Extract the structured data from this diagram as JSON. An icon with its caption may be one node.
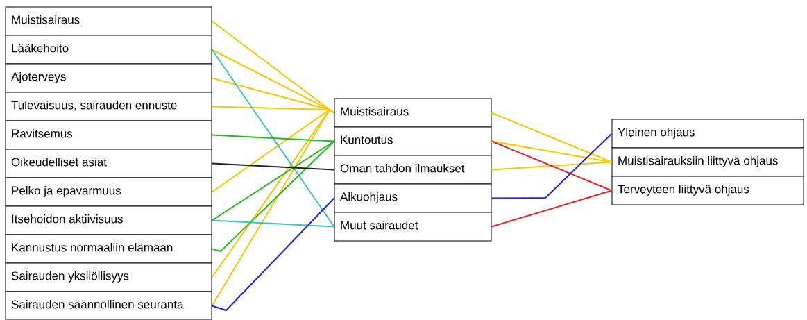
{
  "diagram": {
    "nodes": [
      {
        "text": [
          "Muistisairaus"
        ]
      },
      {
        "text": [
          "Lääkehoito"
        ]
      },
      {
        "text": [
          "Ajoterveys"
        ]
      },
      {
        "text": [
          "Tulevaisuus, sairauden ennuste"
        ]
      },
      {
        "text": [
          "Ravitsemus"
        ]
      },
      {
        "text": [
          "Oikeudelliset asiat"
        ]
      },
      {
        "text": [
          "Pelko ja epävarmuus"
        ]
      },
      {
        "text": [
          "Itsehoidon aktiivisuus"
        ]
      },
      {
        "text": [
          "Kannustus normaaliin elämään"
        ]
      },
      {
        "text": [
          "Sairauden yksilöllisyys"
        ]
      },
      {
        "text": [
          "Sairauden säännöllinen seuranta"
        ]
      },
      {
        "text": [
          "Muistisairaus"
        ]
      },
      {
        "text": [
          "Kuntoutus"
        ]
      },
      {
        "text": [
          "Oman tahdon ilmaukset"
        ]
      },
      {
        "text": [
          "Alkuohjaus"
        ]
      },
      {
        "text": [
          "Muut sairaudet"
        ]
      },
      {
        "text": [
          "Yleinen ohjaus"
        ]
      },
      {
        "text": [
          "Muistisairauksiin liittyvä ohjaus"
        ]
      },
      {
        "text": [
          "Terveyteen liittyvä ohjaus"
        ]
      }
    ],
    "edges": [
      {
        "from": 0,
        "to": 11,
        "arrow": "none"
      },
      {
        "from": 1,
        "to": 11,
        "arrow": "none"
      },
      {
        "from": 2,
        "to": 11,
        "arrow": "none"
      },
      {
        "from": 3,
        "to": 11,
        "arrow": "none"
      },
      {
        "from": 6,
        "to": 11,
        "arrow": "none"
      },
      {
        "from": 9,
        "to": 11,
        "arrow": "none"
      },
      {
        "from": 10,
        "to": 11,
        "arrow": "none"
      },
      {
        "from": 1,
        "to": 15,
        "arrow": "none",
        "color": "#3cc3c3"
      },
      {
        "from": 7,
        "to": 15,
        "arrow": "none",
        "color": "#3cc3c3"
      },
      {
        "from": 4,
        "to": 12,
        "arrow": "none",
        "color": "#22bb22"
      },
      {
        "from": 7,
        "to": 12,
        "arrow": "none",
        "color": "#22bb22"
      },
      {
        "from": 8,
        "to": 12,
        "arrow": "none",
        "color": "#22bb22"
      },
      {
        "from": 5,
        "to": 13,
        "arrow": "none",
        "color": "#222222"
      },
      {
        "from": 10,
        "to": 14,
        "arrow": "none",
        "color": "#2222ee"
      },
      {
        "from": 11,
        "to": 17,
        "arrow": "none"
      },
      {
        "from": 12,
        "to": 17,
        "arrow": "none"
      },
      {
        "from": 13,
        "to": 17,
        "arrow": "none"
      },
      {
        "from": 12,
        "to": 18,
        "arrow": "none",
        "color": "#ee2222"
      },
      {
        "from": 14,
        "to": 16,
        "arrow": "none",
        "color": "#2222ee"
      },
      {
        "from": 15,
        "to": 18,
        "arrow": "none",
        "color": "#ee2222"
      }
    ]
  }
}
